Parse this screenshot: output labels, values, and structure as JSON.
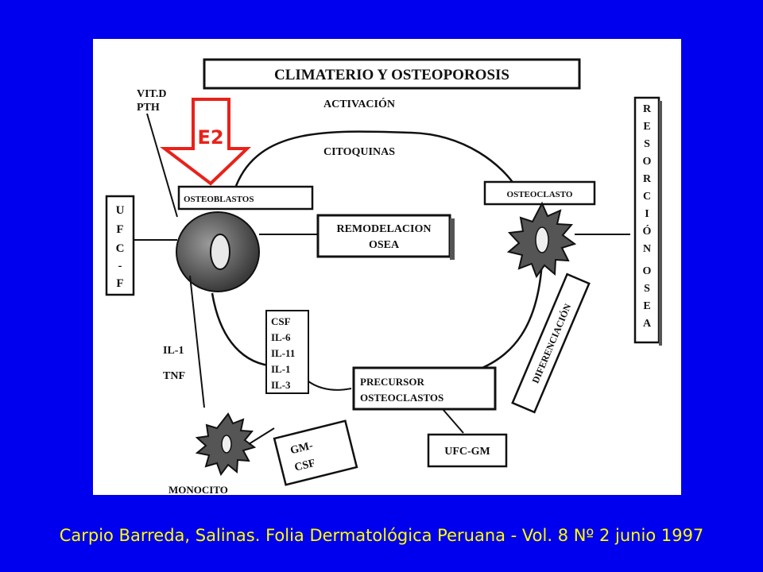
{
  "diagram": {
    "title": "CLIMATERIO Y OSTEOPOROSIS",
    "vitd": "VIT.D",
    "pth": "PTH",
    "estrogen": "E2",
    "activacion": "ACTIVACIÓN",
    "citoquinas": "CITOQUINAS",
    "osteoblastos": "OSTEOBLASTOS",
    "remodelacion_1": "REMODELACION",
    "remodelacion_2": "OSEA",
    "osteoclasto": "OSTEOCLASTO",
    "resorcion_letters": [
      "R",
      "E",
      "S",
      "O",
      "R",
      "C",
      "I",
      "Ó",
      "N",
      "O",
      "S",
      "E",
      "A"
    ],
    "ufcf_letters": [
      "U",
      "F",
      "C",
      "-",
      "F"
    ],
    "diferenciacion": "DIFERENCIACIÓN",
    "cytokines": [
      "CSF",
      "IL-6",
      "IL-11",
      "IL-1",
      "IL-3"
    ],
    "il1": "IL-1",
    "tnf": "TNF",
    "precursor_1": "PRECURSOR",
    "precursor_2": "OSTEOCLASTOS",
    "monocito": "MONOCITO",
    "gmcsf_1": "GM-",
    "gmcsf_2": "CSF",
    "ufcgm": "UFC-GM",
    "colors": {
      "background": "#0000ee",
      "citation": "#ffff00",
      "arrow": "#e8221a"
    }
  },
  "citation": "Carpio Barreda, Salinas. Folia Dermatológica Peruana - Vol. 8  Nº 2 junio 1997"
}
